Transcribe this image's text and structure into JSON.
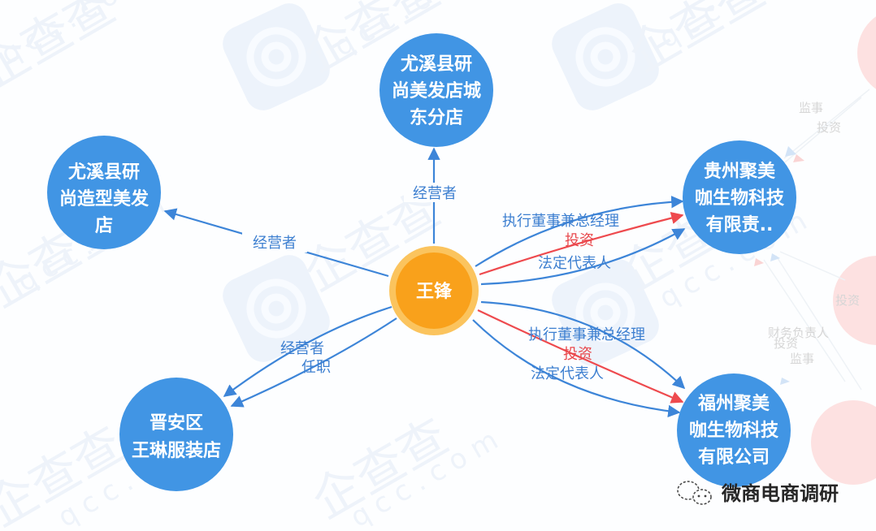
{
  "graph": {
    "center": {
      "label": "王锋",
      "color": "#f9a11b",
      "ring": "#fbc45e"
    },
    "nodes": [
      {
        "id": "n1",
        "lines": [
          "尤溪县研",
          "尚美发店城",
          "东分店"
        ]
      },
      {
        "id": "n2",
        "lines": [
          "尤溪县研",
          "尚造型美发",
          "店"
        ]
      },
      {
        "id": "n3",
        "lines": [
          "贵州聚美",
          "咖生物科技",
          "有限责.."
        ]
      },
      {
        "id": "n4",
        "lines": [
          "福州聚美",
          "咖生物科技",
          "有限公司"
        ]
      },
      {
        "id": "n5",
        "lines": [
          "晋安区",
          "王琳服装店"
        ]
      }
    ],
    "edges": {
      "to_n1": [
        "经营者"
      ],
      "to_n2": [
        "经营者"
      ],
      "to_n3": [
        "执行董事兼总经理",
        "投资",
        "法定代表人"
      ],
      "to_n4": [
        "执行董事兼总经理",
        "投资",
        "法定代表人"
      ],
      "to_n5": [
        "经营者",
        "任职"
      ]
    },
    "colors": {
      "node": "#4195e4",
      "edge_blue": "#3d85d8",
      "edge_red": "#ee4a4e",
      "ghost_node": "#fde1e1"
    },
    "ghost_labels": {
      "top_right": [
        "监事",
        "投资"
      ],
      "mid_right_node": "投资",
      "mid_right": [
        "财务负责人",
        "投资",
        "监事"
      ]
    }
  },
  "watermark": {
    "brand": "企查查",
    "domain": "qcc.com"
  },
  "footer": {
    "brand_label": "微商电商调研",
    "icon": "wechat-icon"
  }
}
